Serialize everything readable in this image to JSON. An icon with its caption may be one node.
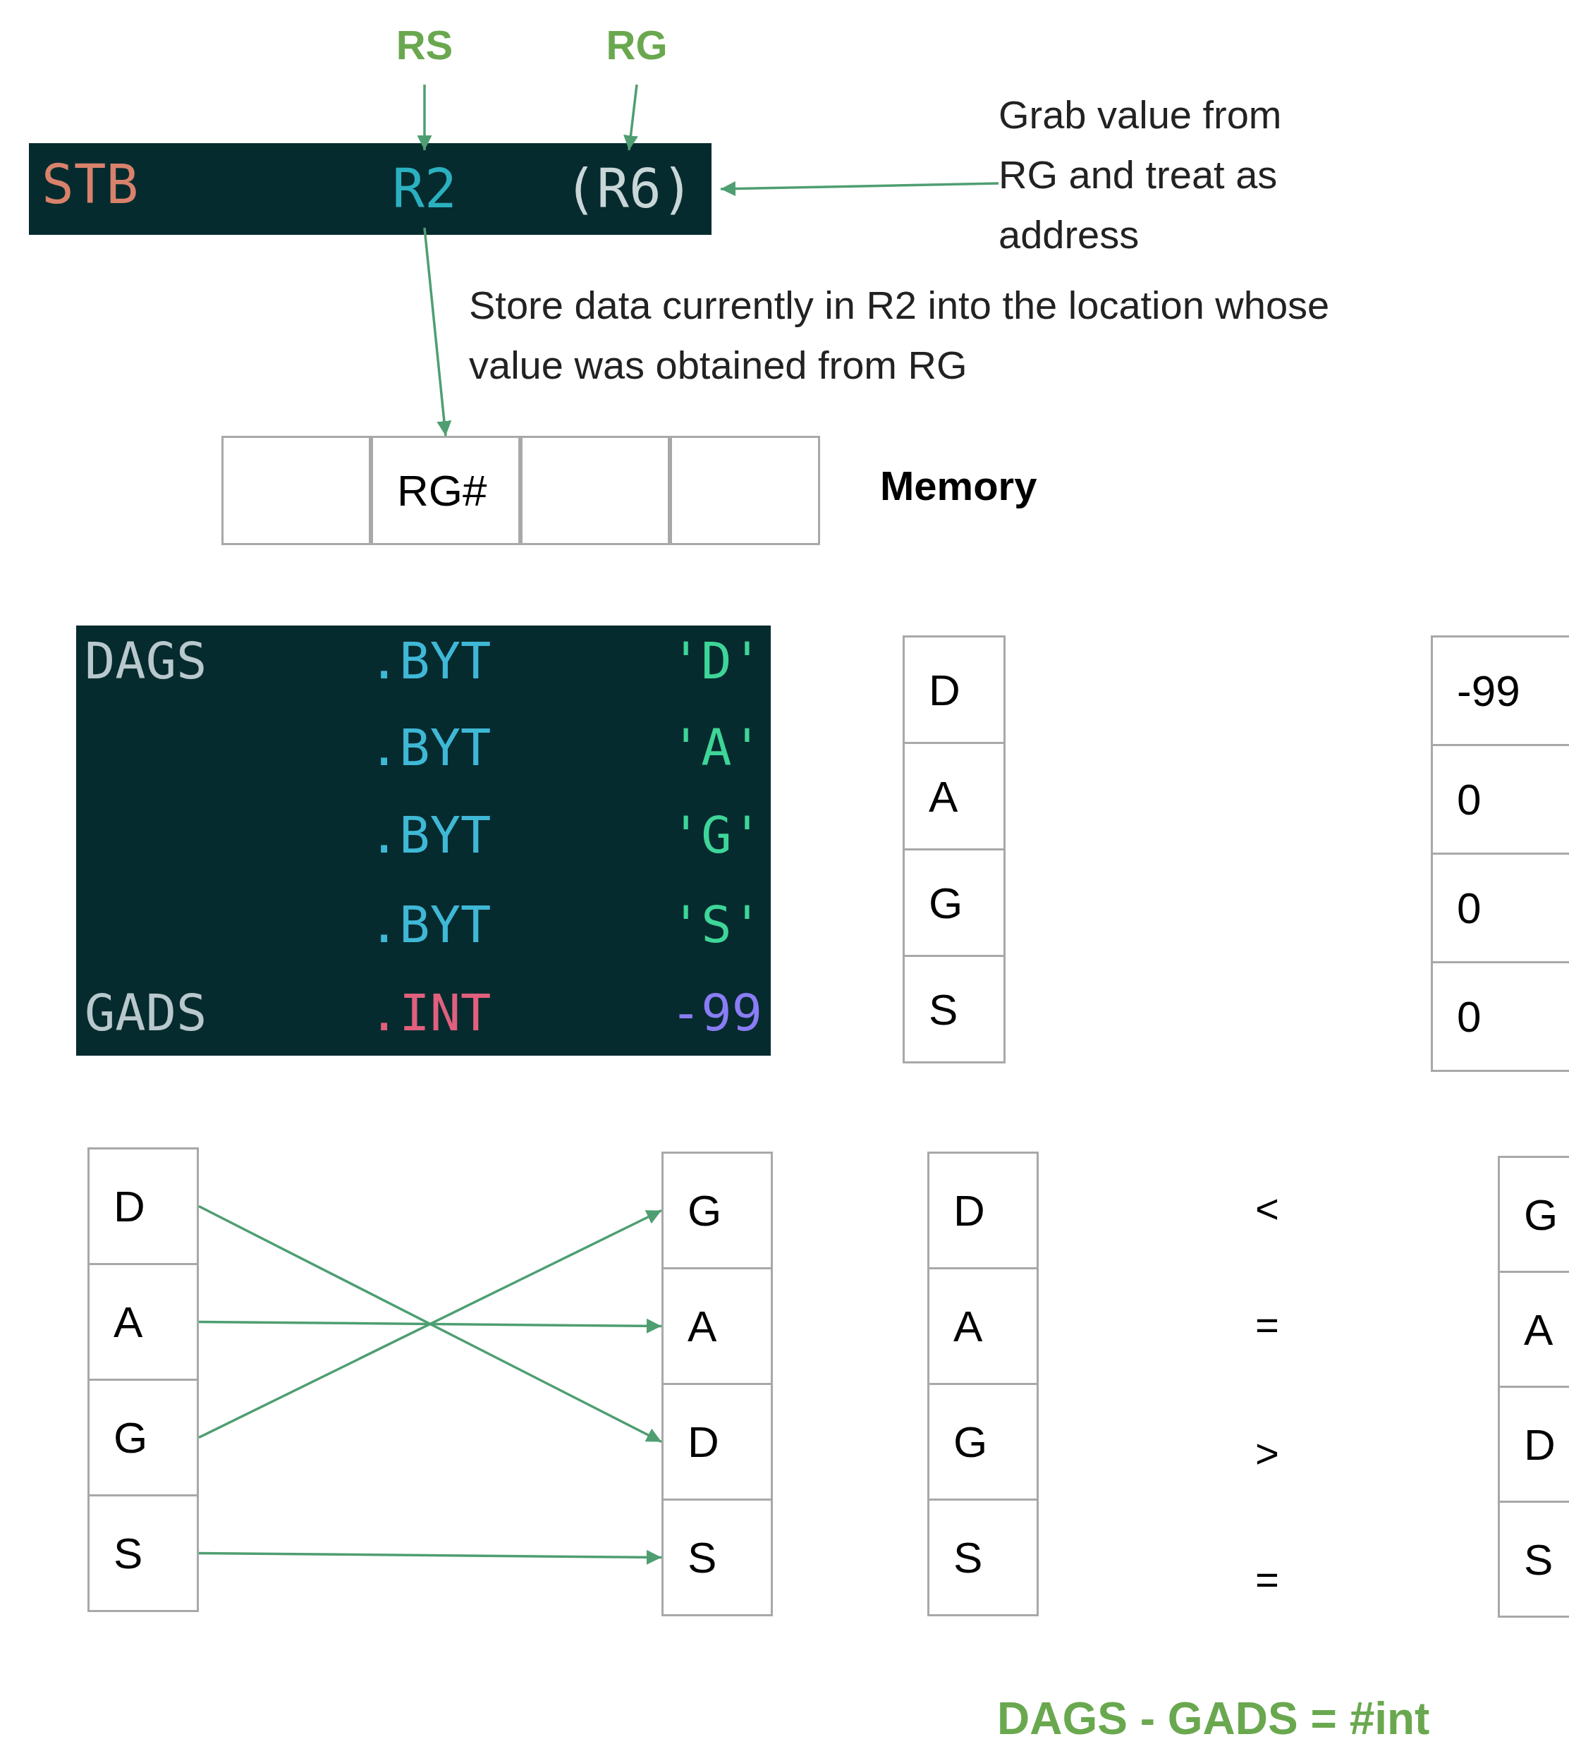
{
  "diagram": {
    "caption": "DAGS - GADS = #int",
    "nodes": [
      {
        "text": [
          "RS"
        ]
      },
      {
        "text": [
          "RG"
        ]
      },
      {
        "text": [
          "STB"
        ]
      },
      {
        "text": [
          "R2"
        ],
        "in": 2
      },
      {
        "text": [
          "(R6)"
        ],
        "in": 2
      },
      {
        "text": [
          "Grab value from RG and treat as address"
        ]
      },
      {
        "text": [],
        "shape": "box"
      },
      {
        "text": [
          "RG#"
        ]
      },
      {
        "text": [],
        "shape": "box"
      },
      {
        "text": [],
        "shape": "box"
      },
      {
        "text": [
          "DAGS",
          ".BYT",
          "'D'",
          ".BYT",
          "'A'",
          ".BYT",
          "'G'",
          ".BYT",
          "'S'",
          "GADS",
          ".INT",
          "-99"
        ]
      },
      {
        "text": [
          "D"
        ]
      },
      {
        "text": [
          "A"
        ]
      },
      {
        "text": [
          "G"
        ]
      },
      {
        "text": [
          "S"
        ]
      },
      {
        "text": [
          "-99"
        ]
      },
      {
        "text": [
          "0"
        ]
      },
      {
        "text": [
          "0"
        ]
      },
      {
        "text": [
          "0"
        ]
      },
      {
        "text": [
          "D"
        ]
      },
      {
        "text": [
          "A"
        ]
      },
      {
        "text": [
          "G"
        ]
      },
      {
        "text": [
          "S"
        ]
      },
      {
        "text": [
          "G"
        ]
      },
      {
        "text": [
          "A"
        ]
      },
      {
        "text": [
          "D"
        ]
      },
      {
        "text": [
          "S"
        ]
      },
      {
        "text": [
          "D"
        ]
      },
      {
        "text": [
          "A"
        ]
      },
      {
        "text": [
          "G"
        ]
      },
      {
        "text": [
          "S"
        ]
      },
      {
        "text": [
          "G"
        ]
      },
      {
        "text": [
          "A"
        ]
      },
      {
        "text": [
          "D"
        ]
      },
      {
        "text": [
          "S"
        ]
      }
    ],
    "edges": [
      {
        "from": 0,
        "to": 3,
        "arrow": "to"
      },
      {
        "from": 1,
        "to": 4,
        "arrow": "to"
      },
      {
        "from": 5,
        "to": 4,
        "arrow": "to"
      },
      {
        "from": 3,
        "to": 7,
        "arrow": "to",
        "label": "Store data currently in R2 into the location whose value was obtained from RG"
      },
      {
        "from": 19,
        "to": 25,
        "arrow": "to"
      },
      {
        "from": 20,
        "to": 24,
        "arrow": "to"
      },
      {
        "from": 21,
        "to": 23,
        "arrow": "to"
      },
      {
        "from": 22,
        "to": 26,
        "arrow": "to"
      }
    ],
    "labels": [
      "Memory",
      "<",
      "=",
      ">",
      "="
    ]
  }
}
